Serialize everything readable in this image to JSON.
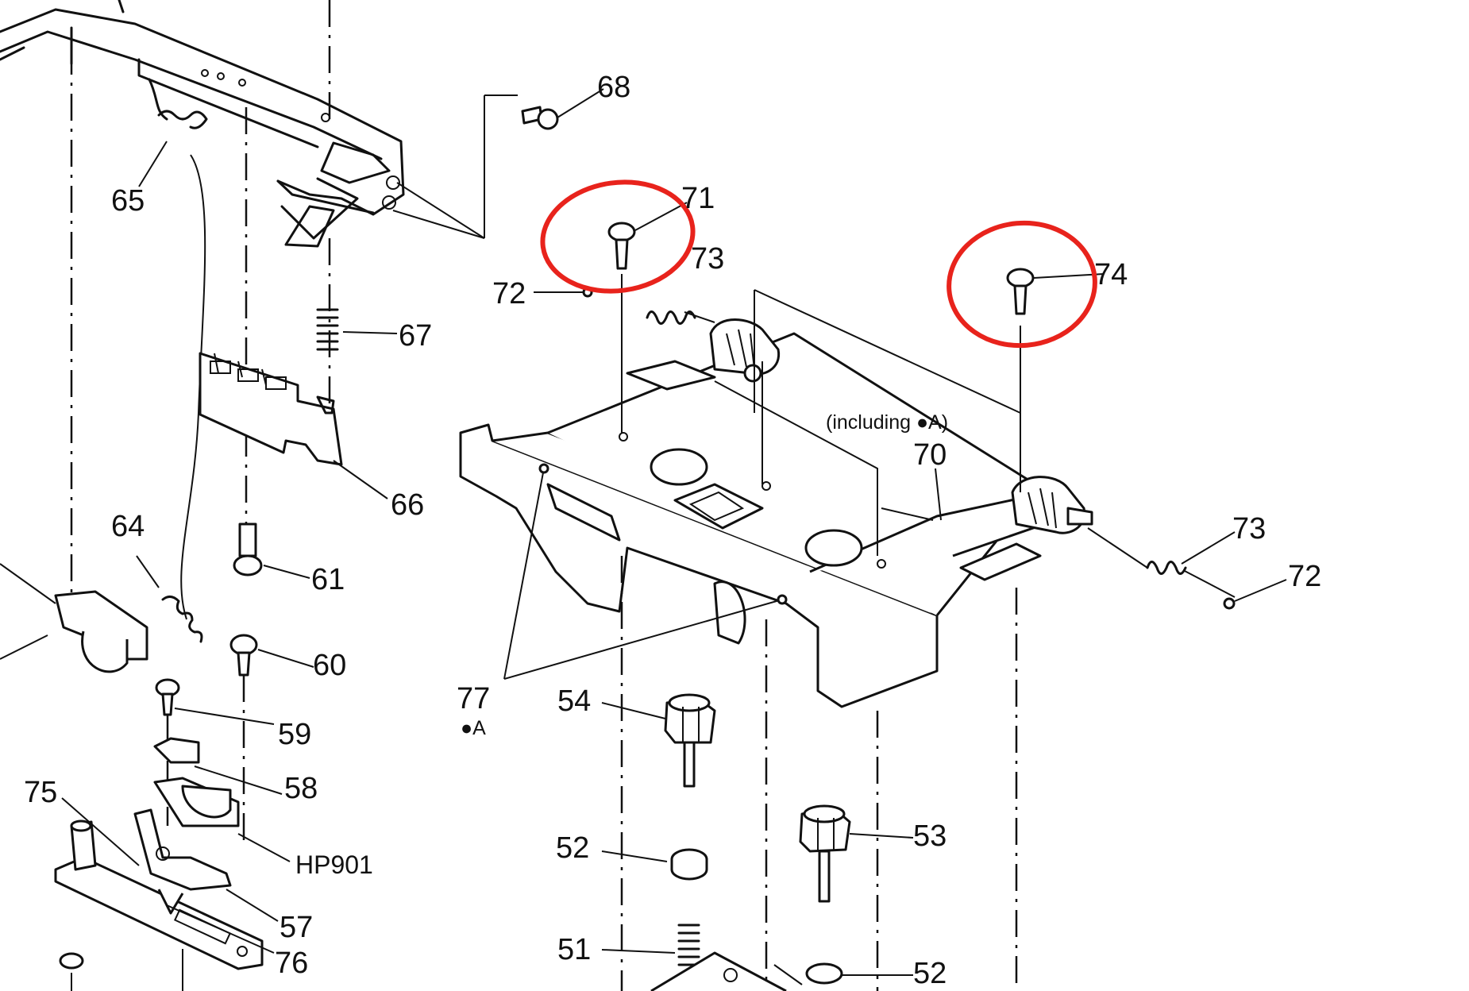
{
  "diagram": {
    "labels": {
      "p51": "51",
      "p52a": "52",
      "p52b": "52",
      "p53": "53",
      "p54": "54",
      "p57": "57",
      "p58": "58",
      "p59": "59",
      "p60": "60",
      "p61": "61",
      "p64": "64",
      "p65": "65",
      "p66": "66",
      "p67": "67",
      "p68": "68",
      "p70": "70",
      "p71": "71",
      "p72a": "72",
      "p72b": "72",
      "p73a": "73",
      "p73b": "73",
      "p74": "74",
      "p75": "75",
      "p76": "76",
      "p77": "77",
      "hp901": "HP901",
      "including_a": "(including ●A)",
      "mark_a": "●A"
    },
    "highlight_color": "#e8231c"
  }
}
